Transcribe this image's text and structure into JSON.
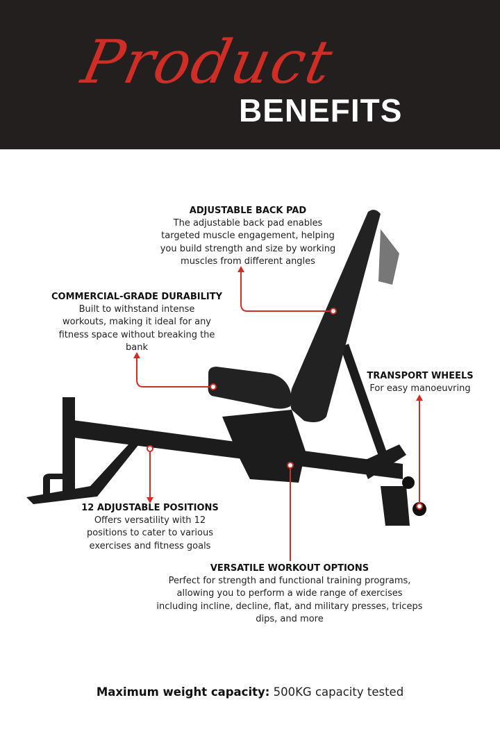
{
  "header": {
    "script_title": "Product",
    "title": "BENEFITS"
  },
  "callouts": [
    {
      "title": "ADJUSTABLE BACK PAD",
      "lines": [
        "The adjustable back pad enables",
        "targeted muscle engagement, helping",
        "you build strength and size by working",
        "muscles from different angles"
      ]
    },
    {
      "title": "COMMERCIAL-GRADE DURABILITY",
      "lines": [
        "Built to withstand intense",
        "workouts, making it ideal for any",
        "fitness space without breaking the",
        "bank"
      ]
    },
    {
      "title": "TRANSPORT WHEELS",
      "lines": [
        "For easy manoeuvring"
      ]
    },
    {
      "title": "12 ADJUSTABLE POSITIONS",
      "lines": [
        "Offers versatility with 12",
        "positions to cater to various",
        "exercises and fitness goals"
      ]
    },
    {
      "title": "VERSATILE WORKOUT OPTIONS",
      "lines": [
        "Perfect for strength and functional training programs,",
        "allowing you to perform a wide range of exercises",
        "including incline, decline, flat, and military presses, triceps",
        "dips, and more"
      ]
    }
  ],
  "footer": {
    "label": "Maximum weight capacity:",
    "value": "500KG capacity tested"
  },
  "colors": {
    "header_bg": "#221f1e",
    "accent": "#cf2e26"
  }
}
